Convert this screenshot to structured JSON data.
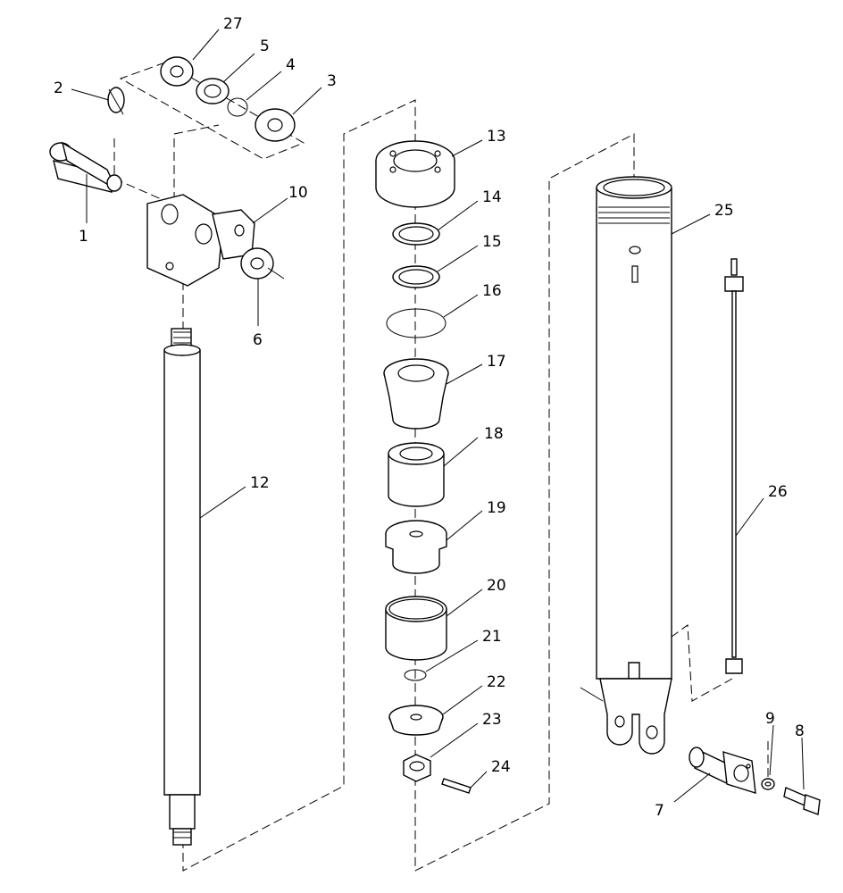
{
  "callouts": [
    {
      "id": "1",
      "label": "1"
    },
    {
      "id": "2",
      "label": "2"
    },
    {
      "id": "3",
      "label": "3"
    },
    {
      "id": "4",
      "label": "4"
    },
    {
      "id": "5",
      "label": "5"
    },
    {
      "id": "6",
      "label": "6"
    },
    {
      "id": "7",
      "label": "7"
    },
    {
      "id": "8",
      "label": "8"
    },
    {
      "id": "9",
      "label": "9"
    },
    {
      "id": "10",
      "label": "10"
    },
    {
      "id": "12",
      "label": "12"
    },
    {
      "id": "13",
      "label": "13"
    },
    {
      "id": "14",
      "label": "14"
    },
    {
      "id": "15",
      "label": "15"
    },
    {
      "id": "16",
      "label": "16"
    },
    {
      "id": "17",
      "label": "17"
    },
    {
      "id": "18",
      "label": "18"
    },
    {
      "id": "19",
      "label": "19"
    },
    {
      "id": "20",
      "label": "20"
    },
    {
      "id": "21",
      "label": "21"
    },
    {
      "id": "22",
      "label": "22"
    },
    {
      "id": "23",
      "label": "23"
    },
    {
      "id": "24",
      "label": "24"
    },
    {
      "id": "25",
      "label": "25"
    },
    {
      "id": "26",
      "label": "26"
    },
    {
      "id": "27",
      "label": "27"
    }
  ]
}
